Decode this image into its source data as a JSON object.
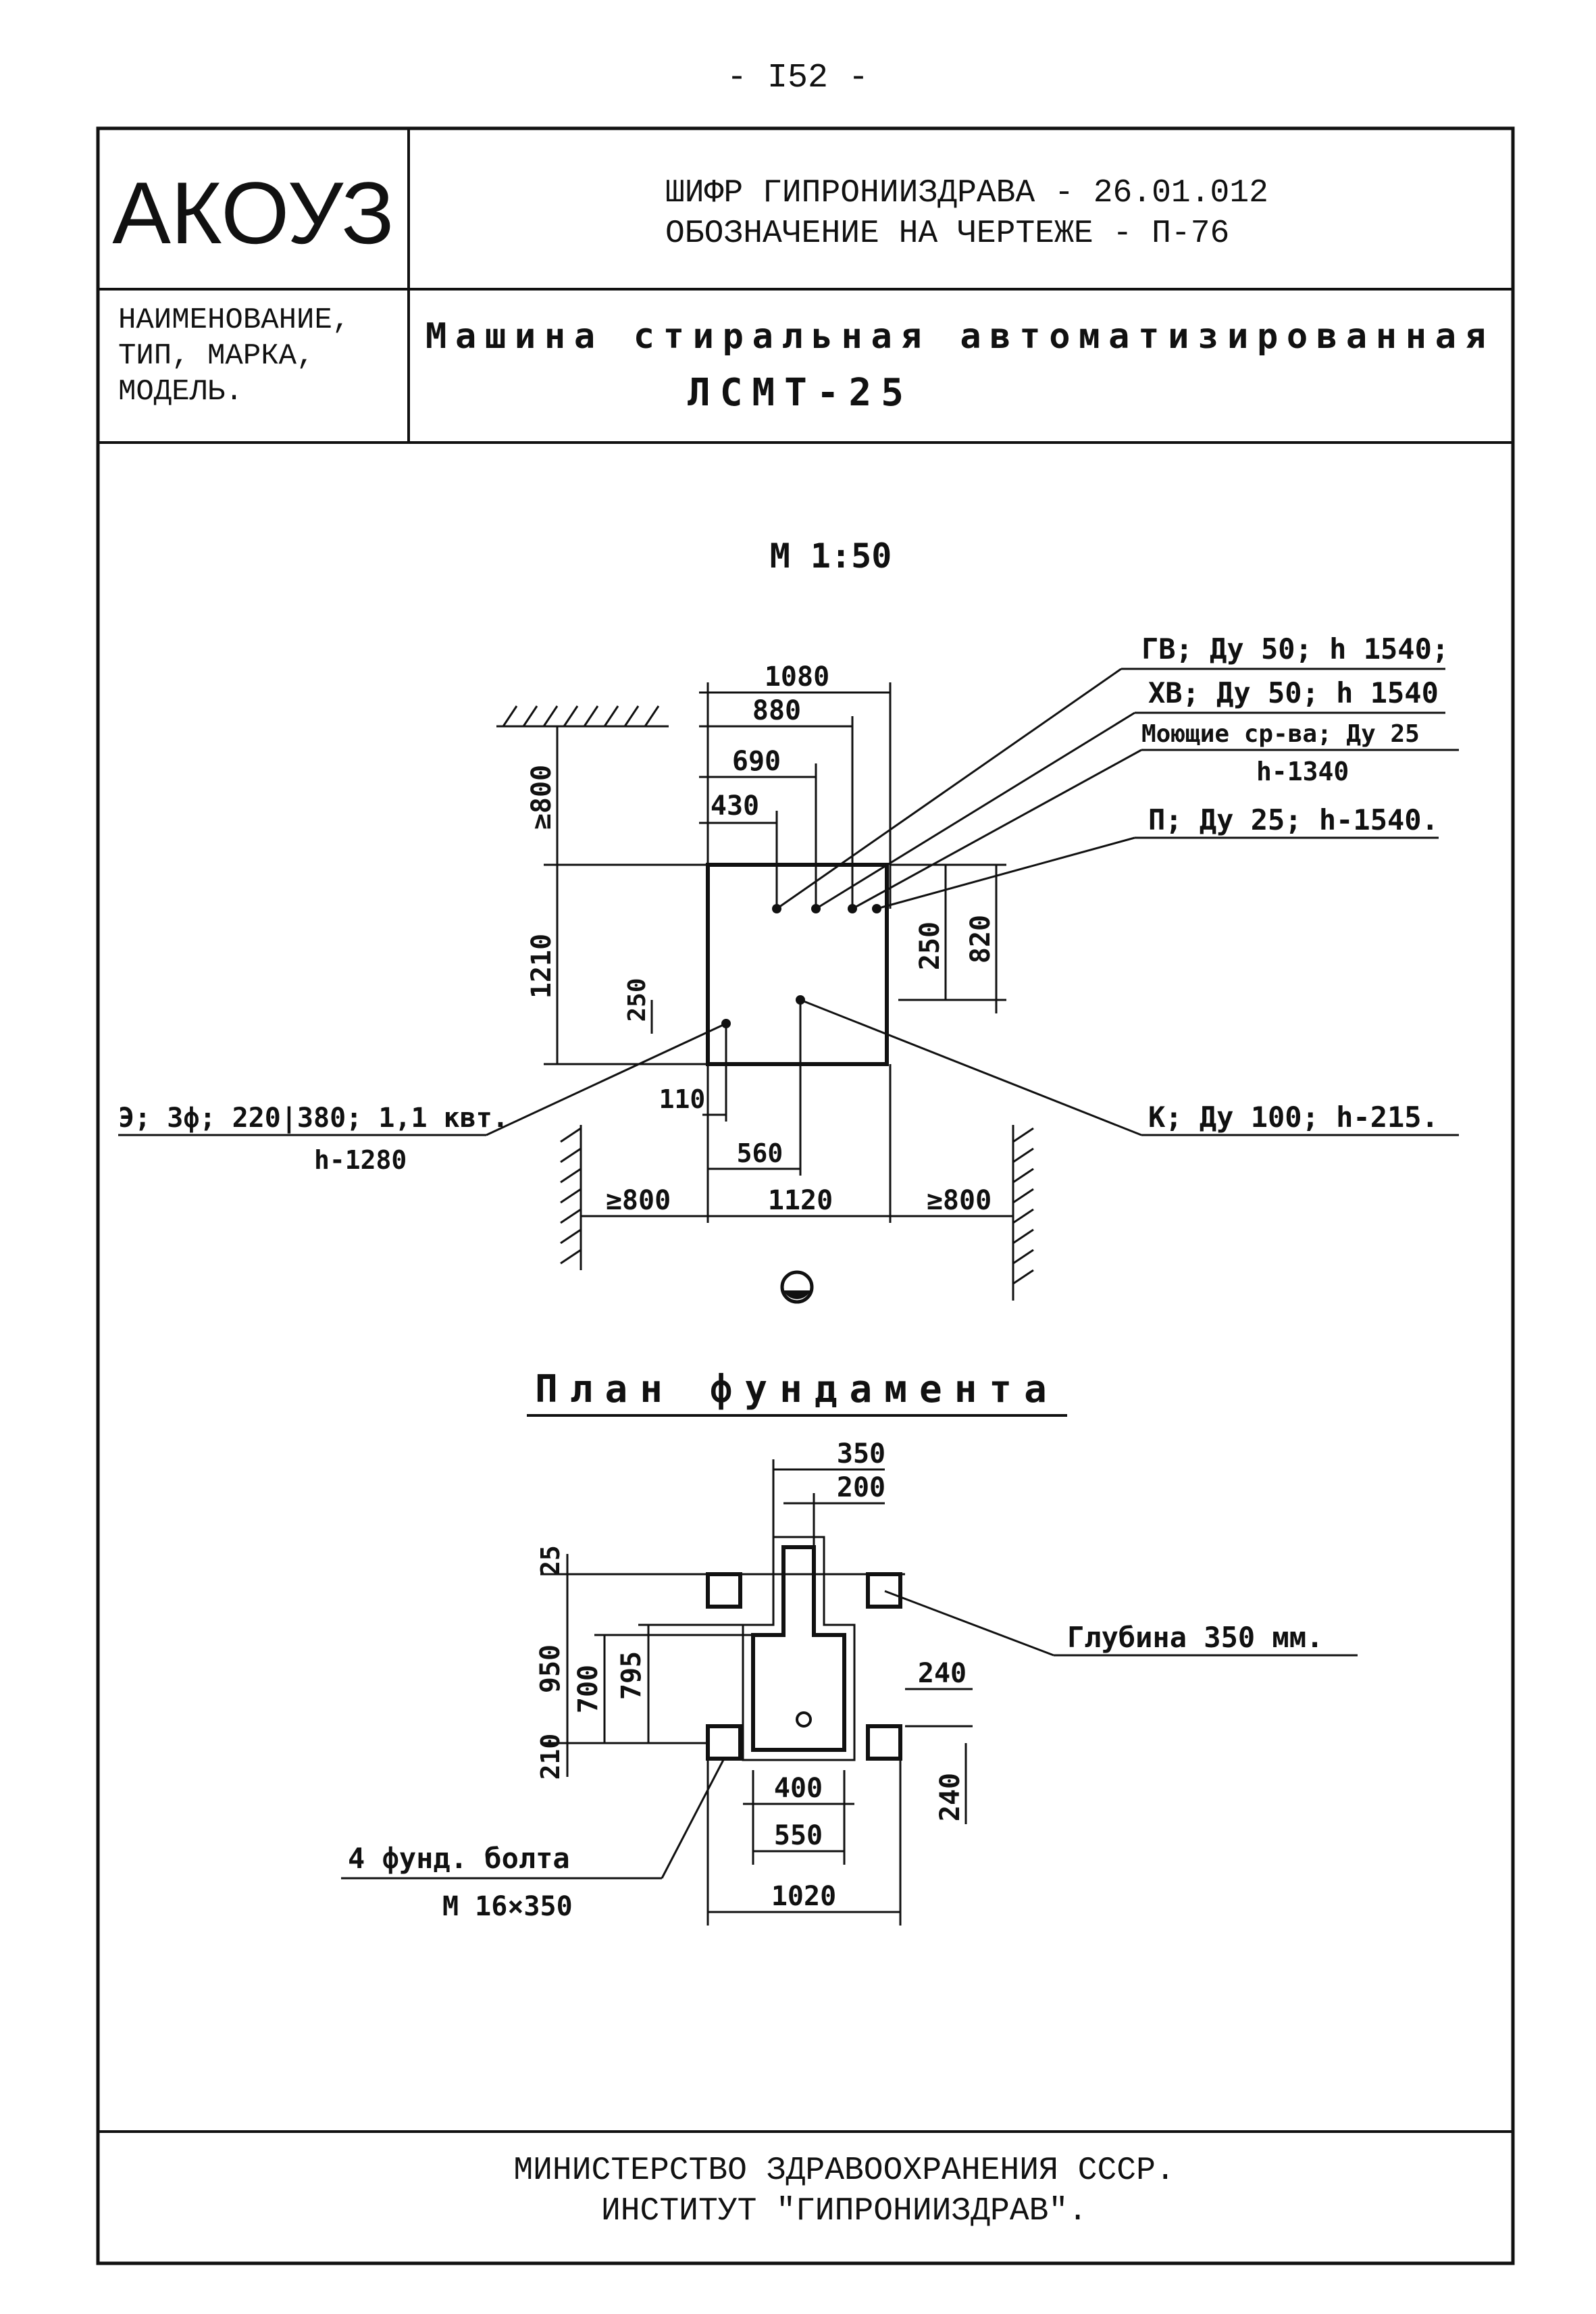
{
  "page_number": "- I52 -",
  "header": {
    "logo": "АКОУЗ",
    "code_line": "ШИФР ГИПРОНИИЗДРАВА - 26.01.012",
    "designation_line": "ОБОЗНАЧЕНИЕ НА ЧЕРТЕЖЕ - П-76"
  },
  "name_block": {
    "label": [
      "НАИМЕНОВАНИЕ,",
      "ТИП, МАРКА,",
      "МОДЕЛЬ."
    ],
    "title": "Машина стиральная автоматизированная",
    "model": "ЛСМТ-25"
  },
  "drawing": {
    "scale": "М 1:50",
    "dims_top": [
      "1080",
      "880",
      "690",
      "430"
    ],
    "dims_left": [
      "≥800",
      "1210",
      "250"
    ],
    "dims_right": [
      "250",
      "820"
    ],
    "dims_bottom": [
      "110",
      "560",
      "1120",
      "≥800",
      "≥800"
    ],
    "callouts": {
      "hot_water": "ГВ; Ду 50; h 1540;",
      "cold_water": "ХВ; Ду 50; h 1540",
      "detergent_1": "Моющие ср-ва; Ду 25",
      "detergent_2": "h-1340",
      "steam": "П; Ду 25; h-1540.",
      "sewer": "К; Ду 100; h-215.",
      "electric_1": "Э; 3ф; 220|380; 1,1 квт.",
      "electric_2": "h-1280"
    },
    "foundation_title": "План фундамента",
    "foundation_dims": [
      "350",
      "200",
      "25",
      "950",
      "700",
      "795",
      "210",
      "240",
      "240",
      "400",
      "550",
      "1020"
    ],
    "depth_label": "Глубина 350 мм.",
    "bolts_1": "4 фунд. болта",
    "bolts_2": "М 16×350"
  },
  "footer": {
    "line1": "МИНИСТЕРСТВО ЗДРАВООХРАНЕНИЯ СССР.",
    "line2": "ИНСТИТУТ \"ГИПРОНИИЗДРАВ\"."
  }
}
